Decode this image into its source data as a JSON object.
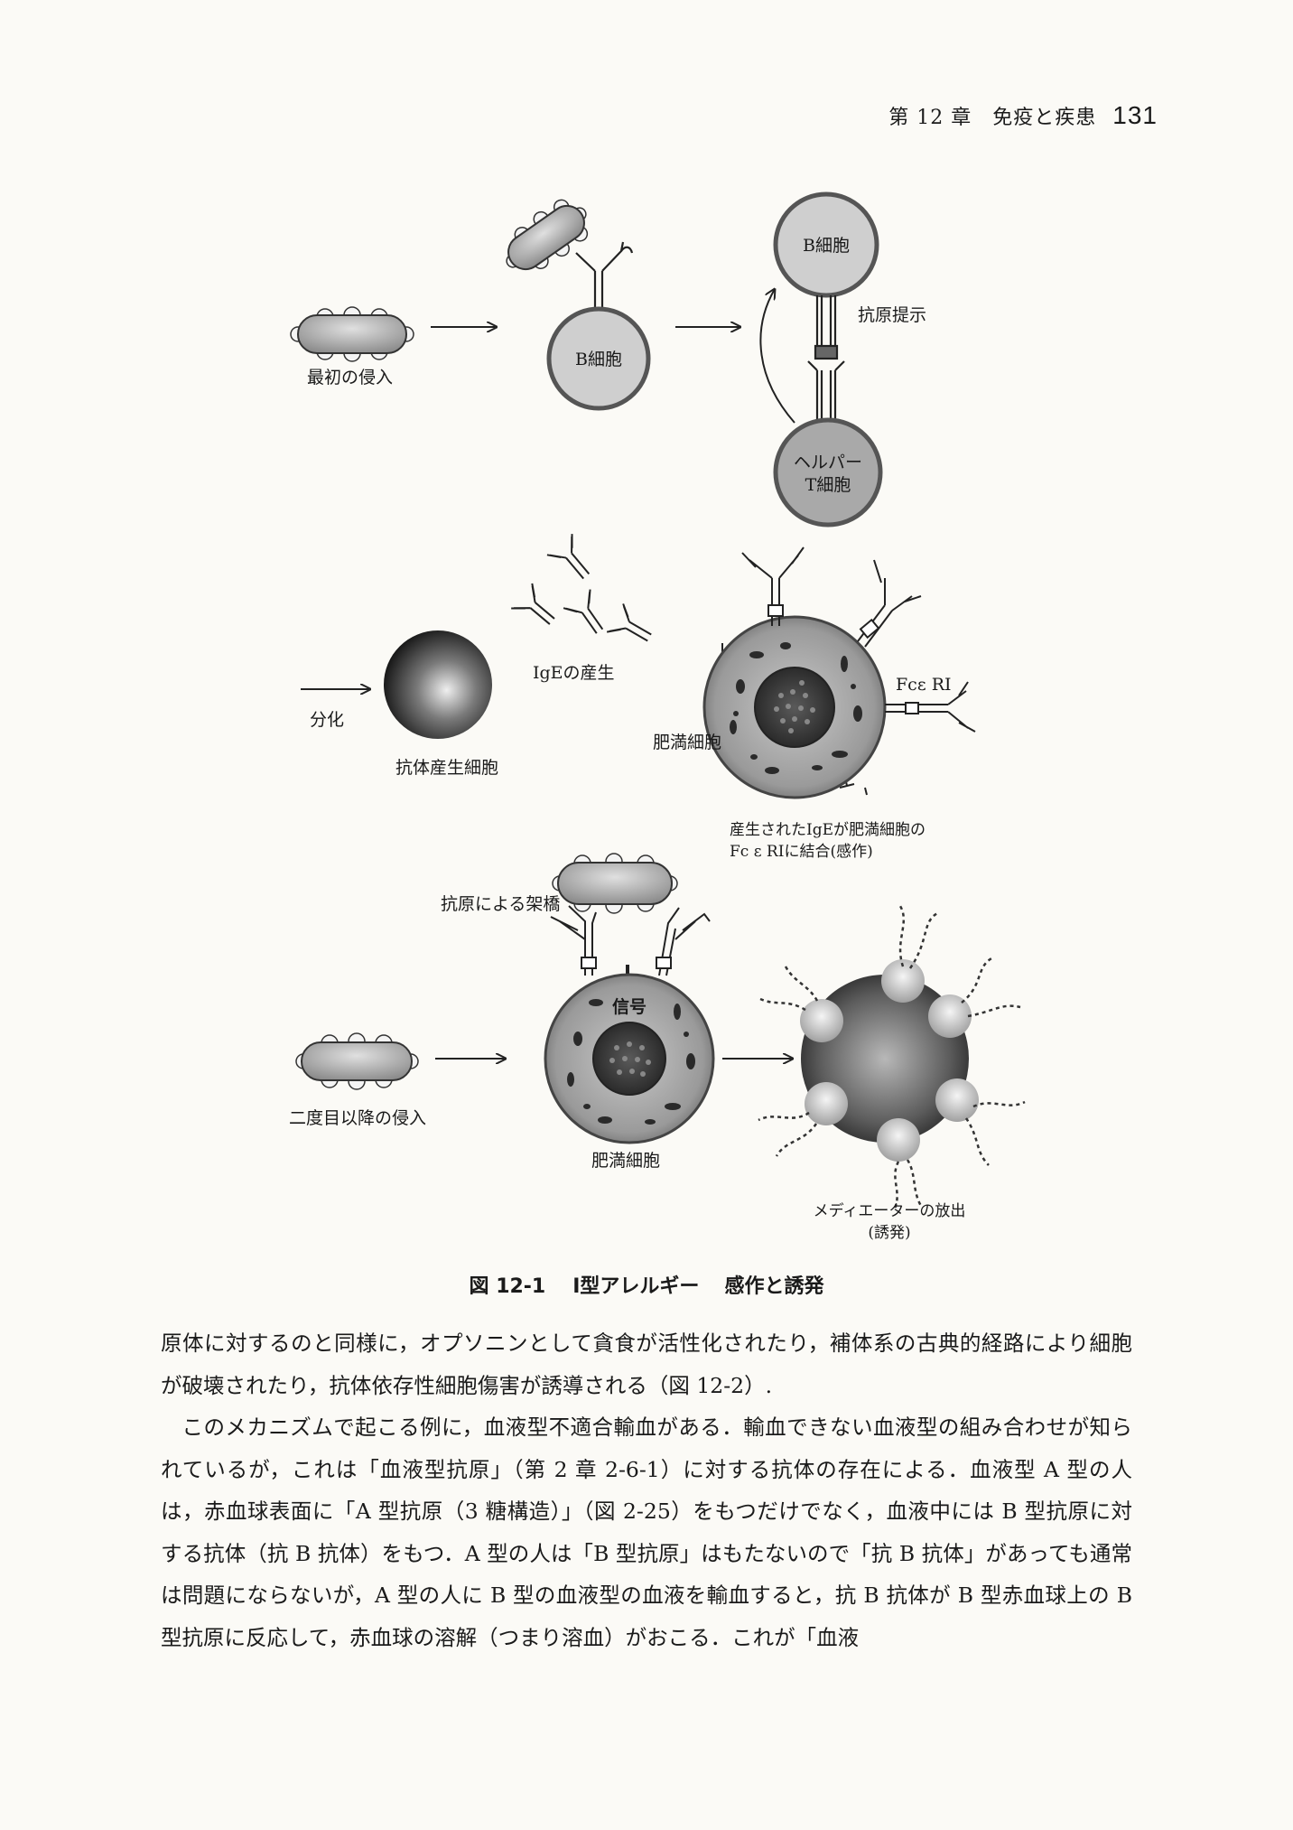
{
  "header": {
    "chapter": "第 12 章　免疫と疾患",
    "page_number": "131"
  },
  "figure": {
    "labels": {
      "first_invasion": "最初の侵入",
      "b_cell": "B細胞",
      "b_cell_top": "B細胞",
      "antigen_presentation": "抗原提示",
      "helper_t_line1": "ヘルパー",
      "helper_t_line2": "T細胞",
      "differentiation": "分化",
      "antibody_cell": "抗体産生細胞",
      "ige_production": "IgEの産生",
      "fc_receptor": "Fcε RI",
      "mast_cell_1": "肥満細胞",
      "sensitization_line1": "産生されたIgEが肥満細胞の",
      "sensitization_line2": "Fc ε RIに結合(感作)",
      "crosslink": "抗原による架橋",
      "signal": "信号",
      "second_invasion": "二度目以降の侵入",
      "mast_cell_2": "肥満細胞",
      "mediator_line1": "メディエーターの放出",
      "mediator_line2": "(誘発)"
    },
    "caption": {
      "number": "図 12-1",
      "title_a": "Ⅰ型アレルギー",
      "title_b": "感作と誘発"
    }
  },
  "body": {
    "paragraph_1": "原体に対するのと同様に，オプソニンとして貪食が活性化されたり，補体系の古典的経路により細胞が破壊されたり，抗体依存性細胞傷害が誘導される（図 12-2）.",
    "paragraph_2": "このメカニズムで起こる例に，血液型不適合輸血がある．輸血できない血液型の組み合わせが知られているが，これは「血液型抗原」（第 2 章 2-6-1）に対する抗体の存在による．血液型 A 型の人は，赤血球表面に「A 型抗原（3 糖構造）」（図 2-25）をもつだけでなく，血液中には B 型抗原に対する抗体（抗 B 抗体）をもつ．A 型の人は「B 型抗原」はもたないので「抗 B 抗体」があっても通常は問題にならないが，A 型の人に B 型の血液型の血液を輸血すると，抗 B 抗体が B 型赤血球上の B 型抗原に反応して，赤血球の溶解（つまり溶血）がおこる．これが「血液"
  }
}
